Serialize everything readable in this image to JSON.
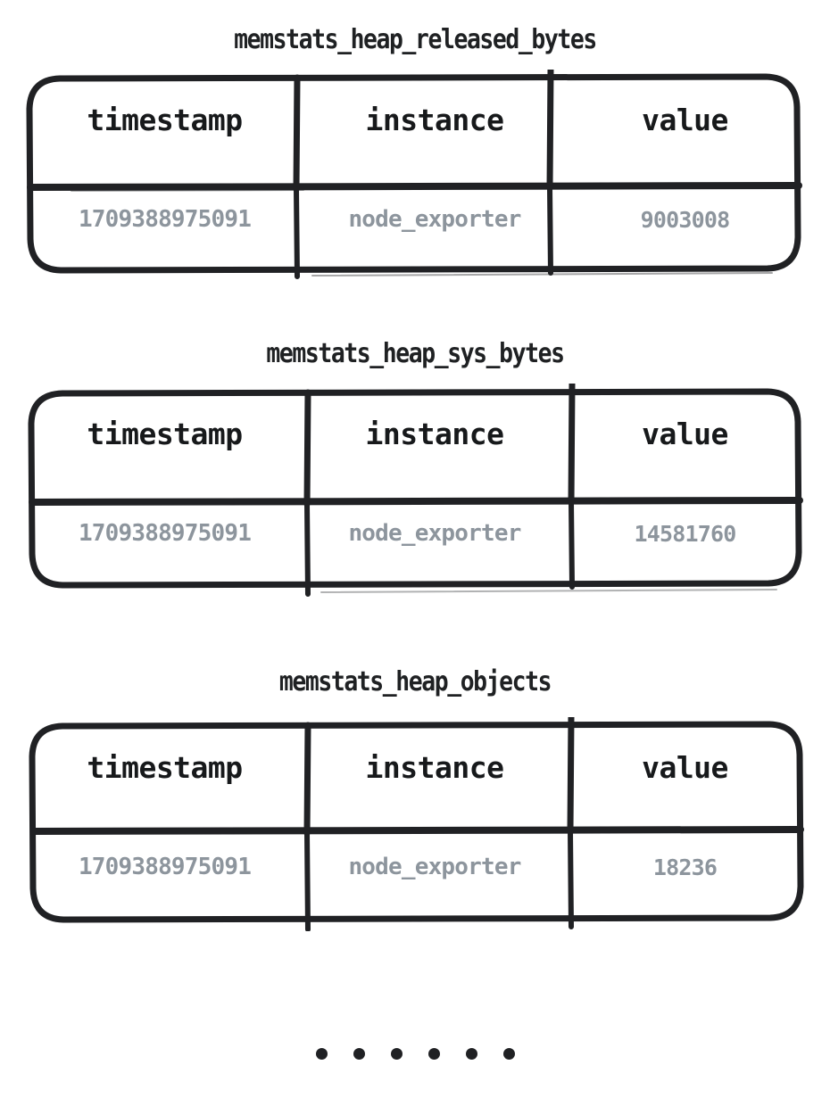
{
  "diagram": {
    "type": "sketch-tables",
    "background": "#ffffff",
    "stroke_color": "#202124",
    "header_text_color": "#17191b",
    "body_text_color": "#8d959d",
    "columns": [
      "timestamp",
      "instance",
      "value"
    ],
    "tables": [
      {
        "title": "memstats_heap_released_bytes",
        "headers": [
          "timestamp",
          "instance",
          "value"
        ],
        "rows": [
          {
            "timestamp": "1709388975091",
            "instance": "node_exporter",
            "value": "9003008"
          }
        ]
      },
      {
        "title": "memstats_heap_sys_bytes",
        "headers": [
          "timestamp",
          "instance",
          "value"
        ],
        "rows": [
          {
            "timestamp": "1709388975091",
            "instance": "node_exporter",
            "value": "14581760"
          }
        ]
      },
      {
        "title": "memstats_heap_objects",
        "headers": [
          "timestamp",
          "instance",
          "value"
        ],
        "rows": [
          {
            "timestamp": "1709388975091",
            "instance": "node_exporter",
            "value": "18236"
          }
        ]
      }
    ],
    "continuation": {
      "name": "ellipsis",
      "dot_count": 6,
      "dot_color": "#202124"
    }
  }
}
